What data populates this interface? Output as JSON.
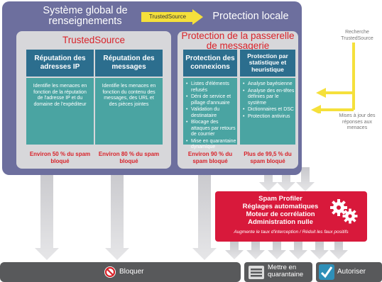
{
  "header": {
    "left_title": "Système global de renseignements",
    "arrow_label": "TrustedSource",
    "right_title": "Protection locale"
  },
  "panels": {
    "left_title": "TrustedSource",
    "right_title": "Protection de la passerelle de messagerie"
  },
  "columns": [
    {
      "heading": "Réputation des adresses IP",
      "body": "Identifie les menaces en fonction de la réputation de l'adresse IP et du domaine de l'expéditeur",
      "stat": "Environ 50 % du spam bloqué"
    },
    {
      "heading": "Réputation des messages",
      "body": "Identifie les menaces en fonction du contenu des messages, des URL et des pièces jointes",
      "stat": "Environ 80 % du spam bloqué"
    },
    {
      "heading": "Protection des connexions",
      "items": [
        "Listes d'éléments refusés",
        "Déni de service et pillage d'annuaire",
        "Validation du destinataire",
        "Blocage des attaques par retours de courrier",
        "Mise en quarantaine dynamique"
      ],
      "stat": "Environ 90 % du spam bloqué"
    },
    {
      "heading": "Protection par statistique et heuristique",
      "items": [
        "Analyse bayésienne",
        "Analyse des en-têtes définies par le système",
        "Dictionnaires et DSC",
        "Protection antivirus"
      ],
      "stat": "Plus de 99,5 % du spam bloqué"
    }
  ],
  "side_notes": {
    "top": "Recherche TrustedSource",
    "bottom": "Mises à jour des réponses aux menaces"
  },
  "profiler": {
    "line1": "Spam Profiler",
    "line2": "Réglages automatiques",
    "line3": "Moteur de corrélation",
    "line4": "Administration nulle",
    "tagline": "Augmente le taux d'interception / Réduit les faux positifs"
  },
  "actions": {
    "block": "Bloquer",
    "quarantine": "Mettre en quarantaine",
    "allow": "Autoriser"
  },
  "colors": {
    "frame": "#6d6f9e",
    "panel": "#d7d7da",
    "accent_red": "#d8232a",
    "column_head": "#2c6e8e",
    "column_body": "#4aa4a2",
    "arrow_yellow": "#f5e03b",
    "bottom_bar": "#58595b"
  },
  "icons": [
    "block-icon",
    "quarantine-icon",
    "allow-check-icon",
    "gears-icon"
  ]
}
